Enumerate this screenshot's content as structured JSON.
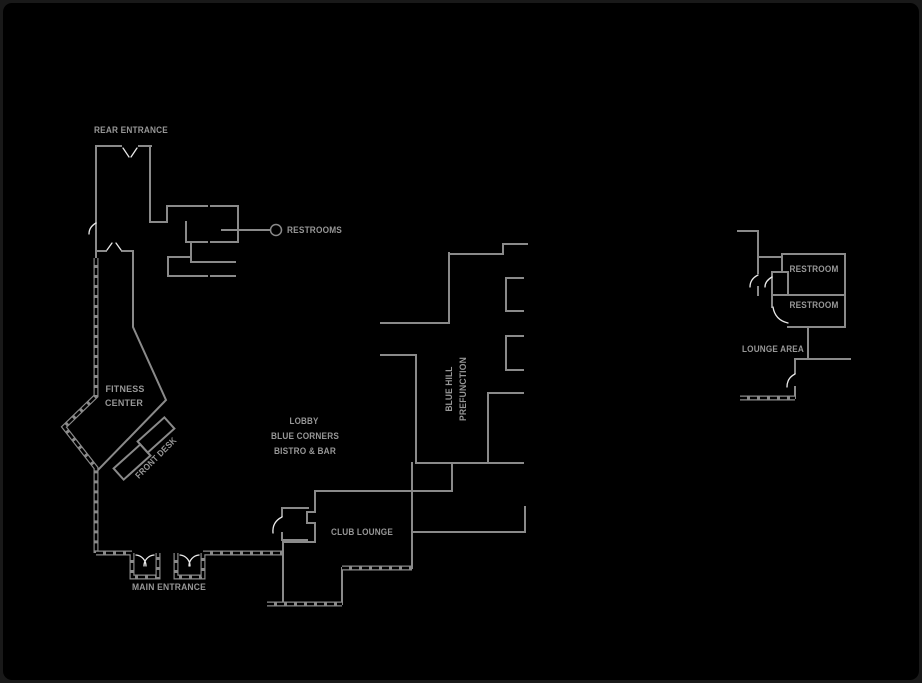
{
  "colors": {
    "background": "#000000",
    "frame": "#191919",
    "wall": "#8a8a8a",
    "label_text": "#979797",
    "door_swing": "#e9e9e9"
  },
  "labels": {
    "rear_entrance": "REAR ENTRANCE",
    "restrooms_callout": "RESTROOMS",
    "fitness_line1": "FITNESS",
    "fitness_line2": "CENTER",
    "front_desk": "FRONT DESK",
    "main_entrance": "MAIN ENTRANCE",
    "lobby_line1": "LOBBY",
    "lobby_line2": "BLUE CORNERS",
    "lobby_line3": "BISTRO & BAR",
    "club_lounge": "CLUB LOUNGE",
    "prefunction_line1": "BLUE HILL",
    "prefunction_line2": "PREFUNCTION",
    "restroom_upper": "RESTROOM",
    "restroom_lower": "RESTROOM",
    "lounge_area": "LOUNGE AREA"
  },
  "icons": {
    "restrooms_callout_marker": "circle"
  }
}
